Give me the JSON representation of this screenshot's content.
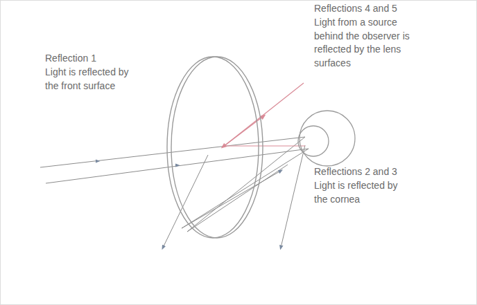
{
  "diagram": {
    "labels": [
      "Reflection 1",
      "Light is reflected by the front surface",
      "Reflections 4 and 5",
      "Light from a source behind the observer is reflected by the lens surfaces",
      "Reflections 2 and 3",
      "Light is reflected by the cornea"
    ]
  }
}
